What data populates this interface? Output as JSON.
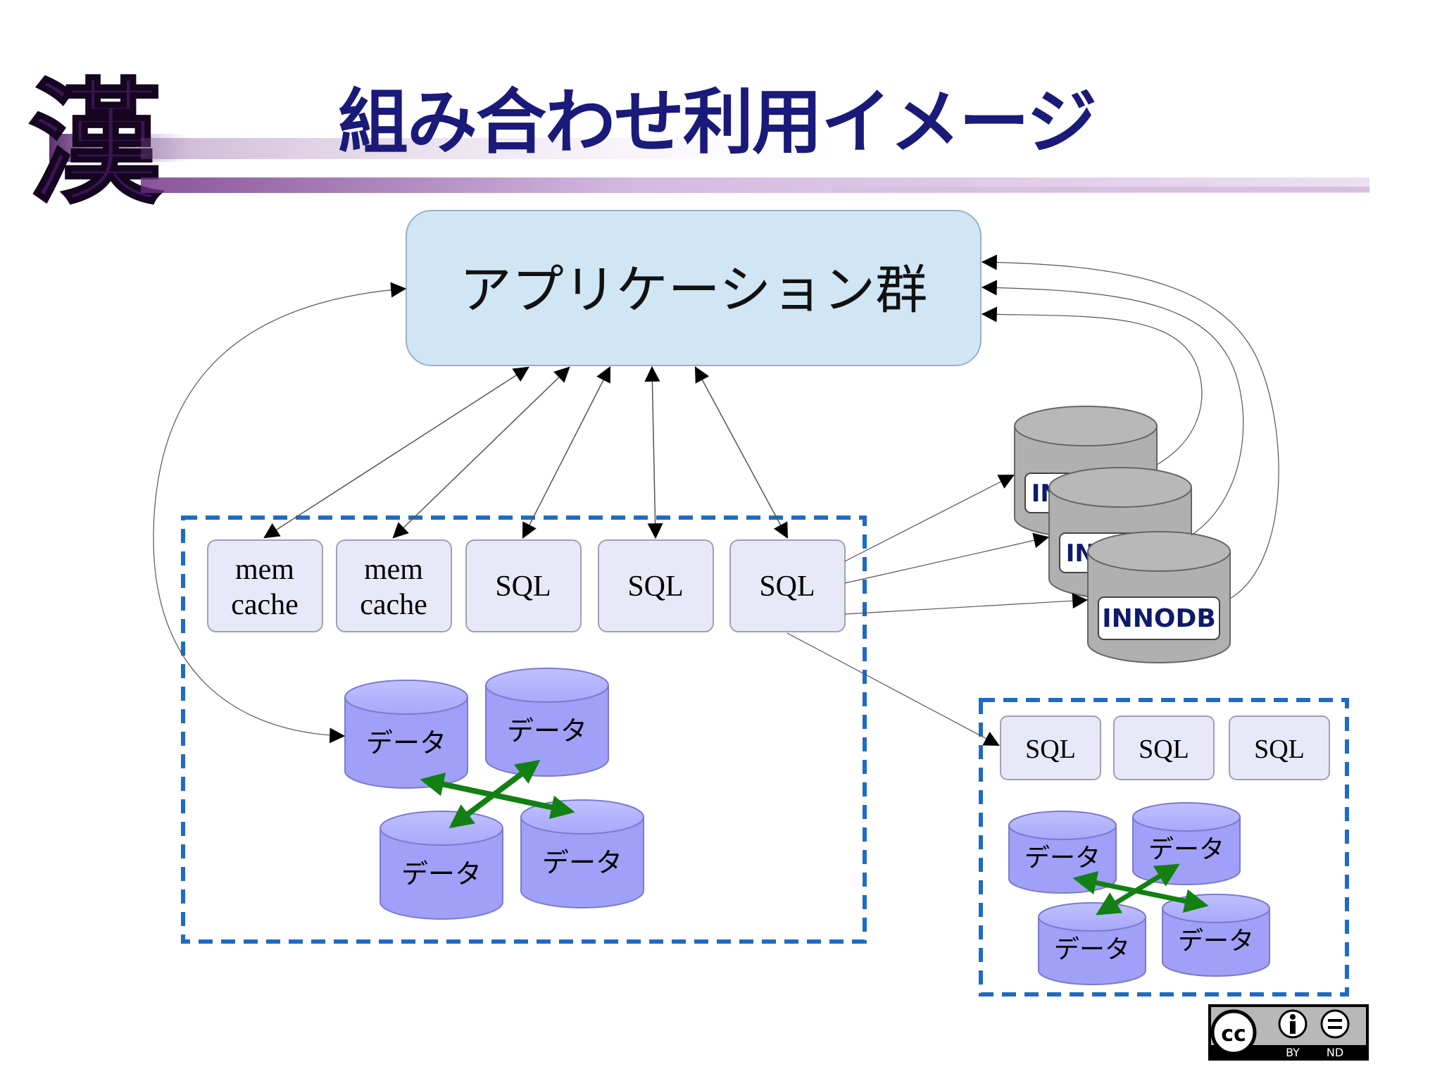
{
  "slide": {
    "title": "組み合わせ利用イメージ",
    "logo_glyph": "漢"
  },
  "app": {
    "label": "アプリケーション群"
  },
  "cluster_main": {
    "nodes": [
      {
        "line1": "mem",
        "line2": "cache"
      },
      {
        "line1": "mem",
        "line2": "cache"
      },
      {
        "label": "SQL"
      },
      {
        "label": "SQL"
      },
      {
        "label": "SQL"
      }
    ],
    "data_stores": [
      "データ",
      "データ",
      "データ",
      "データ"
    ]
  },
  "innodb": {
    "labels": [
      "INNODB",
      "INNODB",
      "INNODB"
    ]
  },
  "cluster_small": {
    "nodes": [
      "SQL",
      "SQL",
      "SQL"
    ],
    "data_stores": [
      "データ",
      "データ",
      "データ",
      "データ"
    ]
  },
  "license": {
    "cc": "cc",
    "by": "BY",
    "nd": "ND"
  },
  "colors": {
    "title": "#1a1a7a",
    "app_fill": "#d0e6f5",
    "node_fill": "#e8e8f8",
    "data_fill": "#a0a0f8",
    "innodb_fill": "#b0b0b0",
    "dashed_border": "#1f6bc4",
    "green_arrow": "#128012"
  }
}
